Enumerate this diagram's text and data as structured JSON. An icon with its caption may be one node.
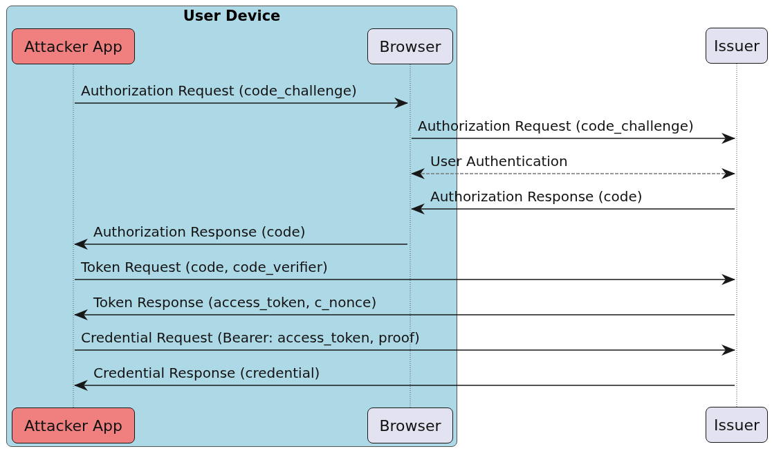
{
  "diagram": {
    "nodes": [
      {
        "text": [
          "User Device"
        ]
      },
      {
        "text": [
          "Attacker App"
        ],
        "in": 0
      },
      {
        "text": [
          "Browser"
        ],
        "in": 0
      },
      {
        "text": [
          "Issuer"
        ]
      },
      {
        "text": [],
        "shape": "line",
        "in": 0
      },
      {
        "text": [],
        "shape": "line",
        "in": 0
      },
      {
        "text": [],
        "shape": "line"
      },
      {
        "text": [
          "Attacker App"
        ],
        "in": 0
      },
      {
        "text": [
          "Browser"
        ],
        "in": 0
      },
      {
        "text": [
          "Issuer"
        ]
      }
    ],
    "edges": [
      {
        "from": 4,
        "to": 5,
        "arrow": "to",
        "label": "Authorization Request (code_challenge)"
      },
      {
        "from": 5,
        "to": 6,
        "arrow": "to",
        "label": "Authorization Request (code_challenge)"
      },
      {
        "from": 5,
        "to": 6,
        "arrow": "both",
        "style": "dashed",
        "color": "#777777",
        "label": "User Authentication"
      },
      {
        "from": 6,
        "to": 5,
        "arrow": "to",
        "label": "Authorization Response (code)"
      },
      {
        "from": 5,
        "to": 4,
        "arrow": "to",
        "label": "Authorization Response (code)"
      },
      {
        "from": 4,
        "to": 6,
        "arrow": "to",
        "label": "Token Request (code, code_verifier)"
      },
      {
        "from": 6,
        "to": 4,
        "arrow": "to",
        "label": "Token Response (access_token, c_nonce)"
      },
      {
        "from": 4,
        "to": 6,
        "arrow": "to",
        "label": "Credential Request (Bearer: access_token, proof)"
      },
      {
        "from": 6,
        "to": 4,
        "arrow": "to",
        "label": "Credential Response (credential)"
      }
    ]
  }
}
